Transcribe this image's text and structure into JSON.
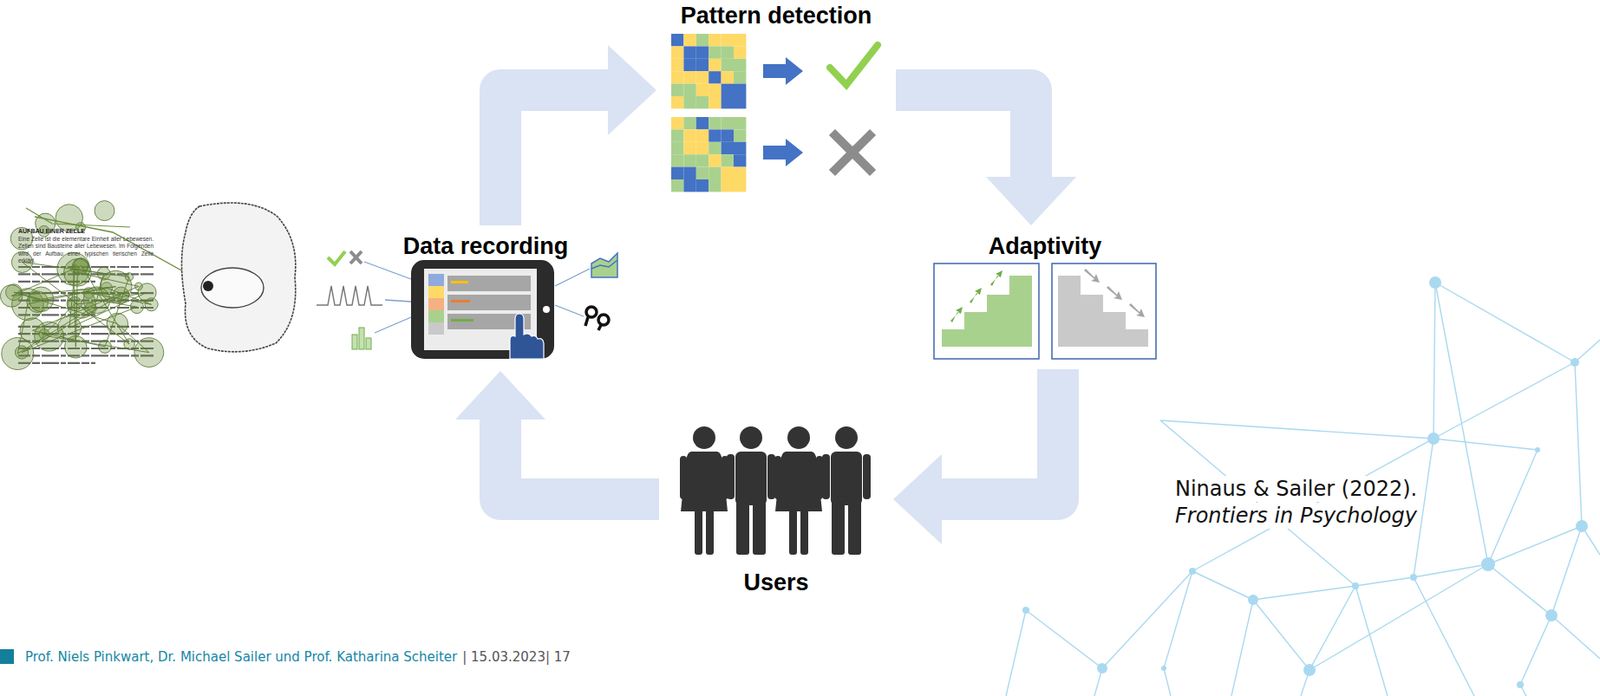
{
  "diagram": {
    "nodes": [
      {
        "text": [
          "Data recording"
        ]
      },
      {
        "text": [
          "Pattern detection"
        ]
      },
      {
        "text": [
          "Adaptivity"
        ]
      },
      {
        "text": [
          "Users"
        ]
      }
    ],
    "edges": [
      {
        "from": 0,
        "to": 1,
        "arrow": "to"
      },
      {
        "from": 1,
        "to": 2,
        "arrow": "to"
      },
      {
        "from": 2,
        "to": 3,
        "arrow": "to"
      },
      {
        "from": 3,
        "to": 0,
        "arrow": "to"
      }
    ],
    "labels": [
      "AUFBAU EINER ZELLE",
      "Eine Zelle ist die elementare Einheit aller Lebewesen. Zellen sind Bausteine aller Lebewesen. Im Folgenden wird der Aufbau einer typischen tierischen Zelle erklärt.",
      "Ninaus & Sailer (2022).",
      "Frontiers in Psychology",
      "Prof. Niels Pinkwart, Dr. Michael Sailer und Prof. Katharina Scheiter",
      "| 15.03.2023| 17"
    ]
  }
}
